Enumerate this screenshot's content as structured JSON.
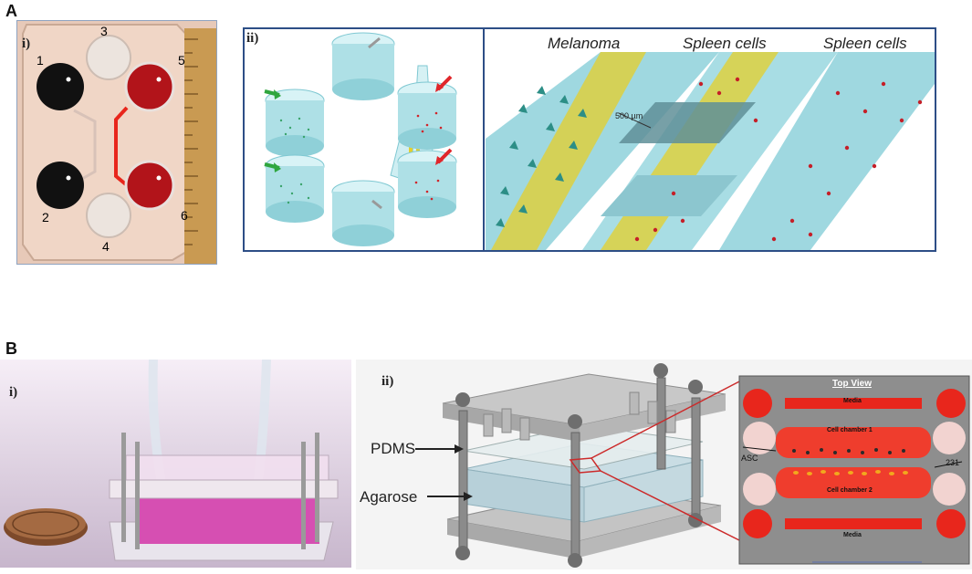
{
  "panelA": {
    "letter": "A",
    "i": {
      "label": "i)",
      "wells": [
        "1",
        "2",
        "3",
        "4",
        "5",
        "6"
      ]
    },
    "ii": {
      "label": "ii)",
      "header_melanoma": "Melanoma",
      "header_spleen1": "Spleen cells",
      "header_spleen2": "Spleen cells",
      "gap_label": "500 µm"
    }
  },
  "panelB": {
    "letter": "B",
    "i": {
      "label": "i)"
    },
    "ii": {
      "label": "ii)",
      "pdms": "PDMS",
      "agarose": "Agarose",
      "top_view": "Top View",
      "media_top": "Media",
      "cell_chamber_1": "Cell chamber 1",
      "asc": "ASC",
      "cell_chamber_2": "Cell chamber 2",
      "media_bottom": "Media",
      "label_231": "231"
    }
  },
  "colors": {
    "channel_red": "#e8261c",
    "chamber_cyan": "#aee0e6",
    "chamber_cyan_dark": "#7fc8d2",
    "electrode_yellow": "#e5cf2a",
    "agarose_pink": "#d64fb2",
    "frame_gray": "#b9b9b9"
  }
}
